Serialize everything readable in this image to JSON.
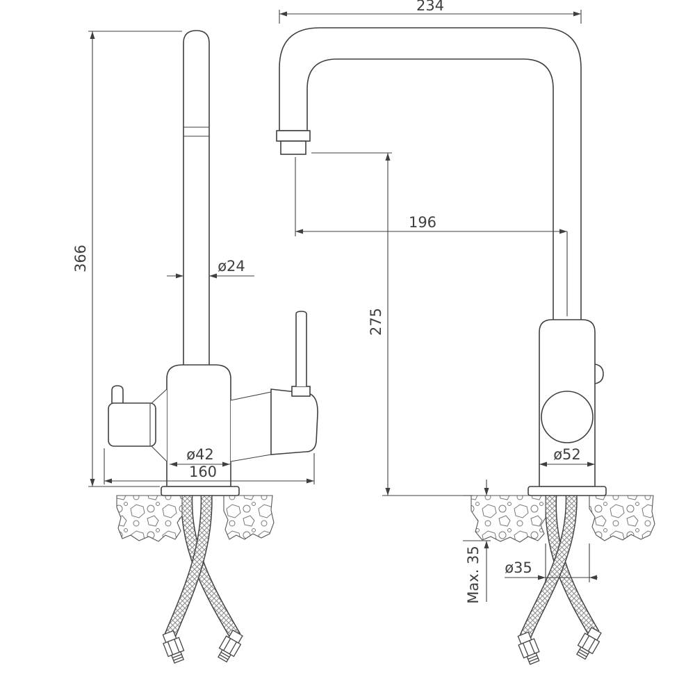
{
  "drawing": {
    "labels": {
      "overall_height": "366",
      "spout_pipe_diameter": "ø24",
      "body_diameter": "ø42",
      "body_depth": "160",
      "overall_width": "234",
      "spout_reach": "196",
      "spout_height": "275",
      "base_diameter": "ø52",
      "max_deck_thickness": "Max. 35",
      "mounting_hole_diameter": "ø35"
    },
    "colors": {
      "line": "#3f3f3f",
      "background": "#ffffff"
    }
  }
}
